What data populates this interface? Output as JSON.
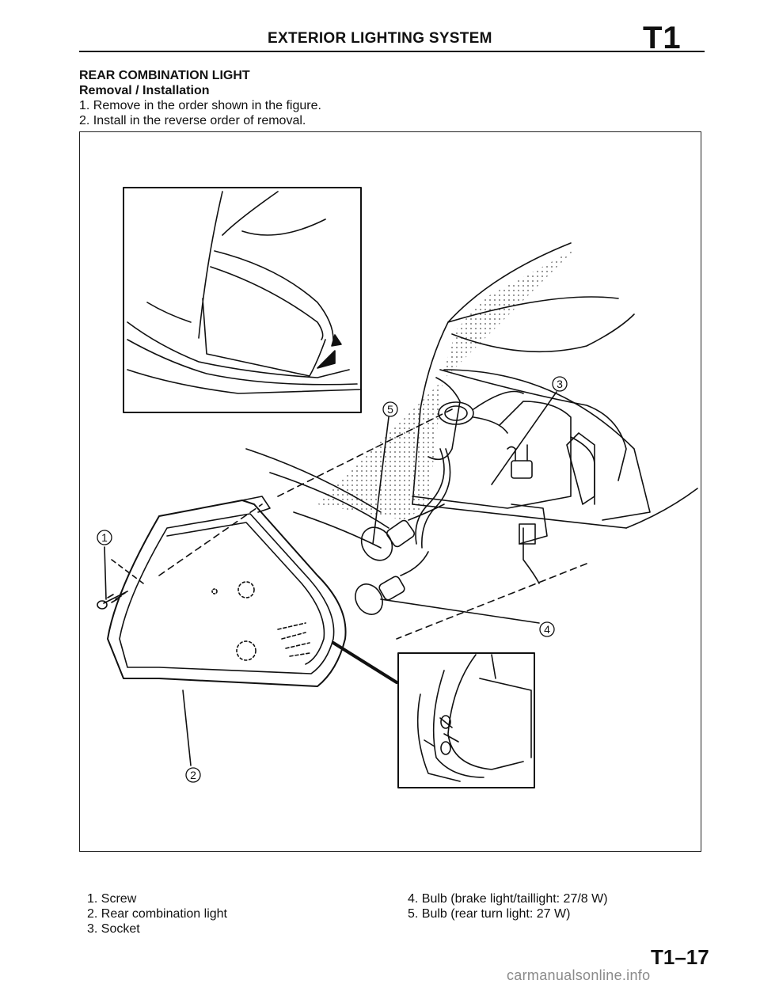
{
  "header": {
    "title": "EXTERIOR LIGHTING SYSTEM",
    "section_code": "T1"
  },
  "section": {
    "heading": "REAR COMBINATION LIGHT",
    "subheading": "Removal / Installation",
    "steps": [
      "1. Remove in the order shown in the figure.",
      "2. Install in the reverse order of removal."
    ]
  },
  "figure": {
    "callouts": [
      "1",
      "2",
      "3",
      "4",
      "5"
    ]
  },
  "legend": {
    "column1": [
      "1. Screw",
      "2. Rear combination light",
      "3. Socket"
    ],
    "column2": [
      "4. Bulb (brake light/taillight: 27/8 W)",
      "5. Bulb (rear turn light: 27 W)"
    ]
  },
  "footer": {
    "page_number": "T1–17",
    "watermark": "carmanualsonline.info"
  }
}
